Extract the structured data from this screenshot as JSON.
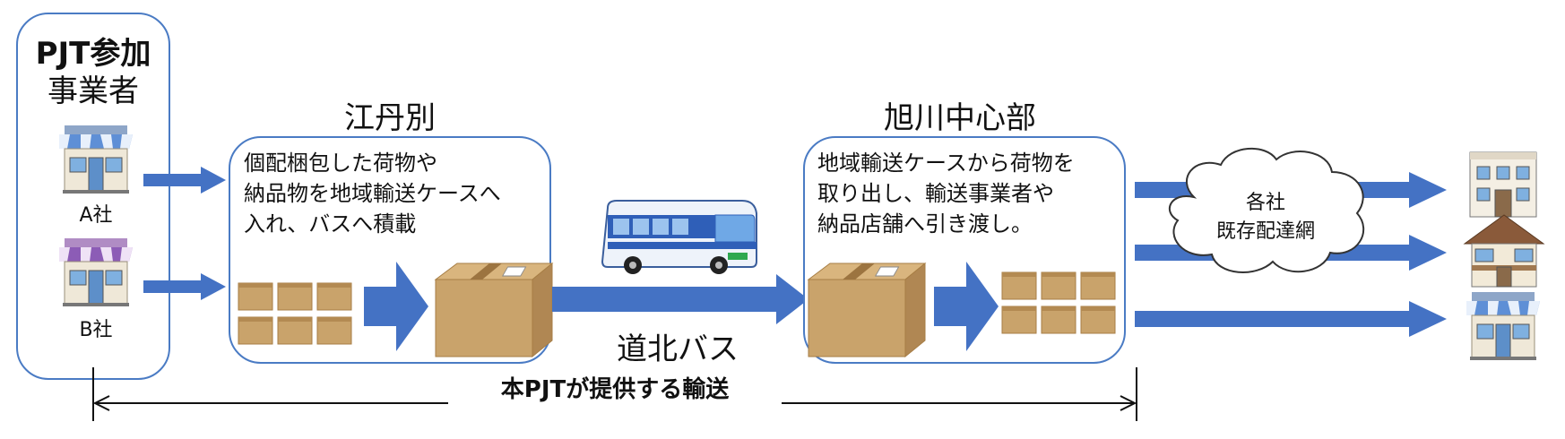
{
  "participants": {
    "title_line1": "PJT参加",
    "title_line2": "事業者",
    "company_a": "A社",
    "company_b": "B社"
  },
  "origin": {
    "place": "江丹別",
    "description_line1": "個配梱包した荷物や",
    "description_line2": "納品物を地域輸送ケースへ",
    "description_line3": "入れ、バスへ積載"
  },
  "transport": {
    "label": "道北バス"
  },
  "destination": {
    "place": "旭川中心部",
    "description_line1": "地域輸送ケースから荷物を",
    "description_line2": "取り出し、輸送事業者や",
    "description_line3": "納品店舗へ引き渡し。"
  },
  "network": {
    "line1": "各社",
    "line2": "既存配達網"
  },
  "scope": {
    "label": "本PJTが提供する輸送"
  },
  "colors": {
    "accent_blue": "#4472c4",
    "box_border": "#4a7bc4",
    "cardboard": "#c9a36b",
    "cardboard_dark": "#a77e45"
  }
}
